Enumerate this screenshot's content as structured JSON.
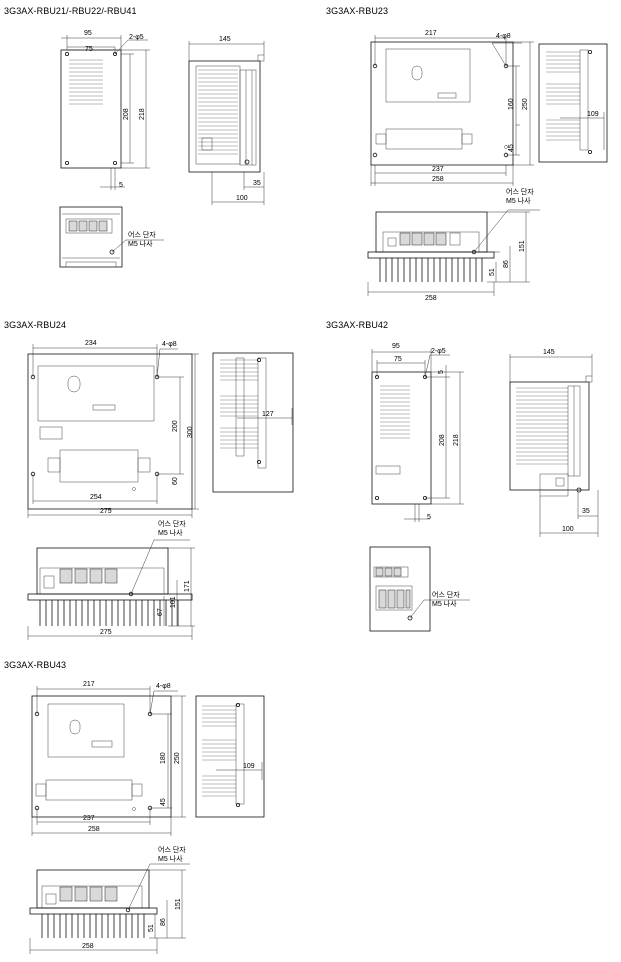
{
  "sections": [
    {
      "title": "3G3AX-RBU21/-RBU22/-RBU41",
      "dims": [
        "95",
        "75",
        "2-φ5",
        "208",
        "218",
        "5",
        "145",
        "35",
        "100"
      ],
      "note1": "어스 단자",
      "note2": "M5 나사"
    },
    {
      "title": "3G3AX-RBU23",
      "dims": [
        "217",
        "4-φ8",
        "160",
        "250",
        "45",
        "237",
        "258",
        "109",
        "151",
        "86",
        "51",
        "258"
      ],
      "note1": "어스 단자",
      "note2": "M5 나사"
    },
    {
      "title": "3G3AX-RBU24",
      "dims": [
        "234",
        "4-φ8",
        "200",
        "300",
        "60",
        "254",
        "275",
        "127",
        "171",
        "101",
        "67",
        "275"
      ],
      "note1": "어스 단자",
      "note2": "M5 나사"
    },
    {
      "title": "3G3AX-RBU42",
      "dims": [
        "95",
        "75",
        "2-φ5",
        "5",
        "208",
        "218",
        "5",
        "145",
        "35",
        "100"
      ],
      "note1": "어스 단자",
      "note2": "M5 나사"
    },
    {
      "title": "3G3AX-RBU43",
      "dims": [
        "217",
        "4-φ8",
        "180",
        "250",
        "45",
        "237",
        "258",
        "109",
        "151",
        "86",
        "51",
        "258"
      ],
      "note1": "어스 단자",
      "note2": "M5 나사"
    }
  ]
}
